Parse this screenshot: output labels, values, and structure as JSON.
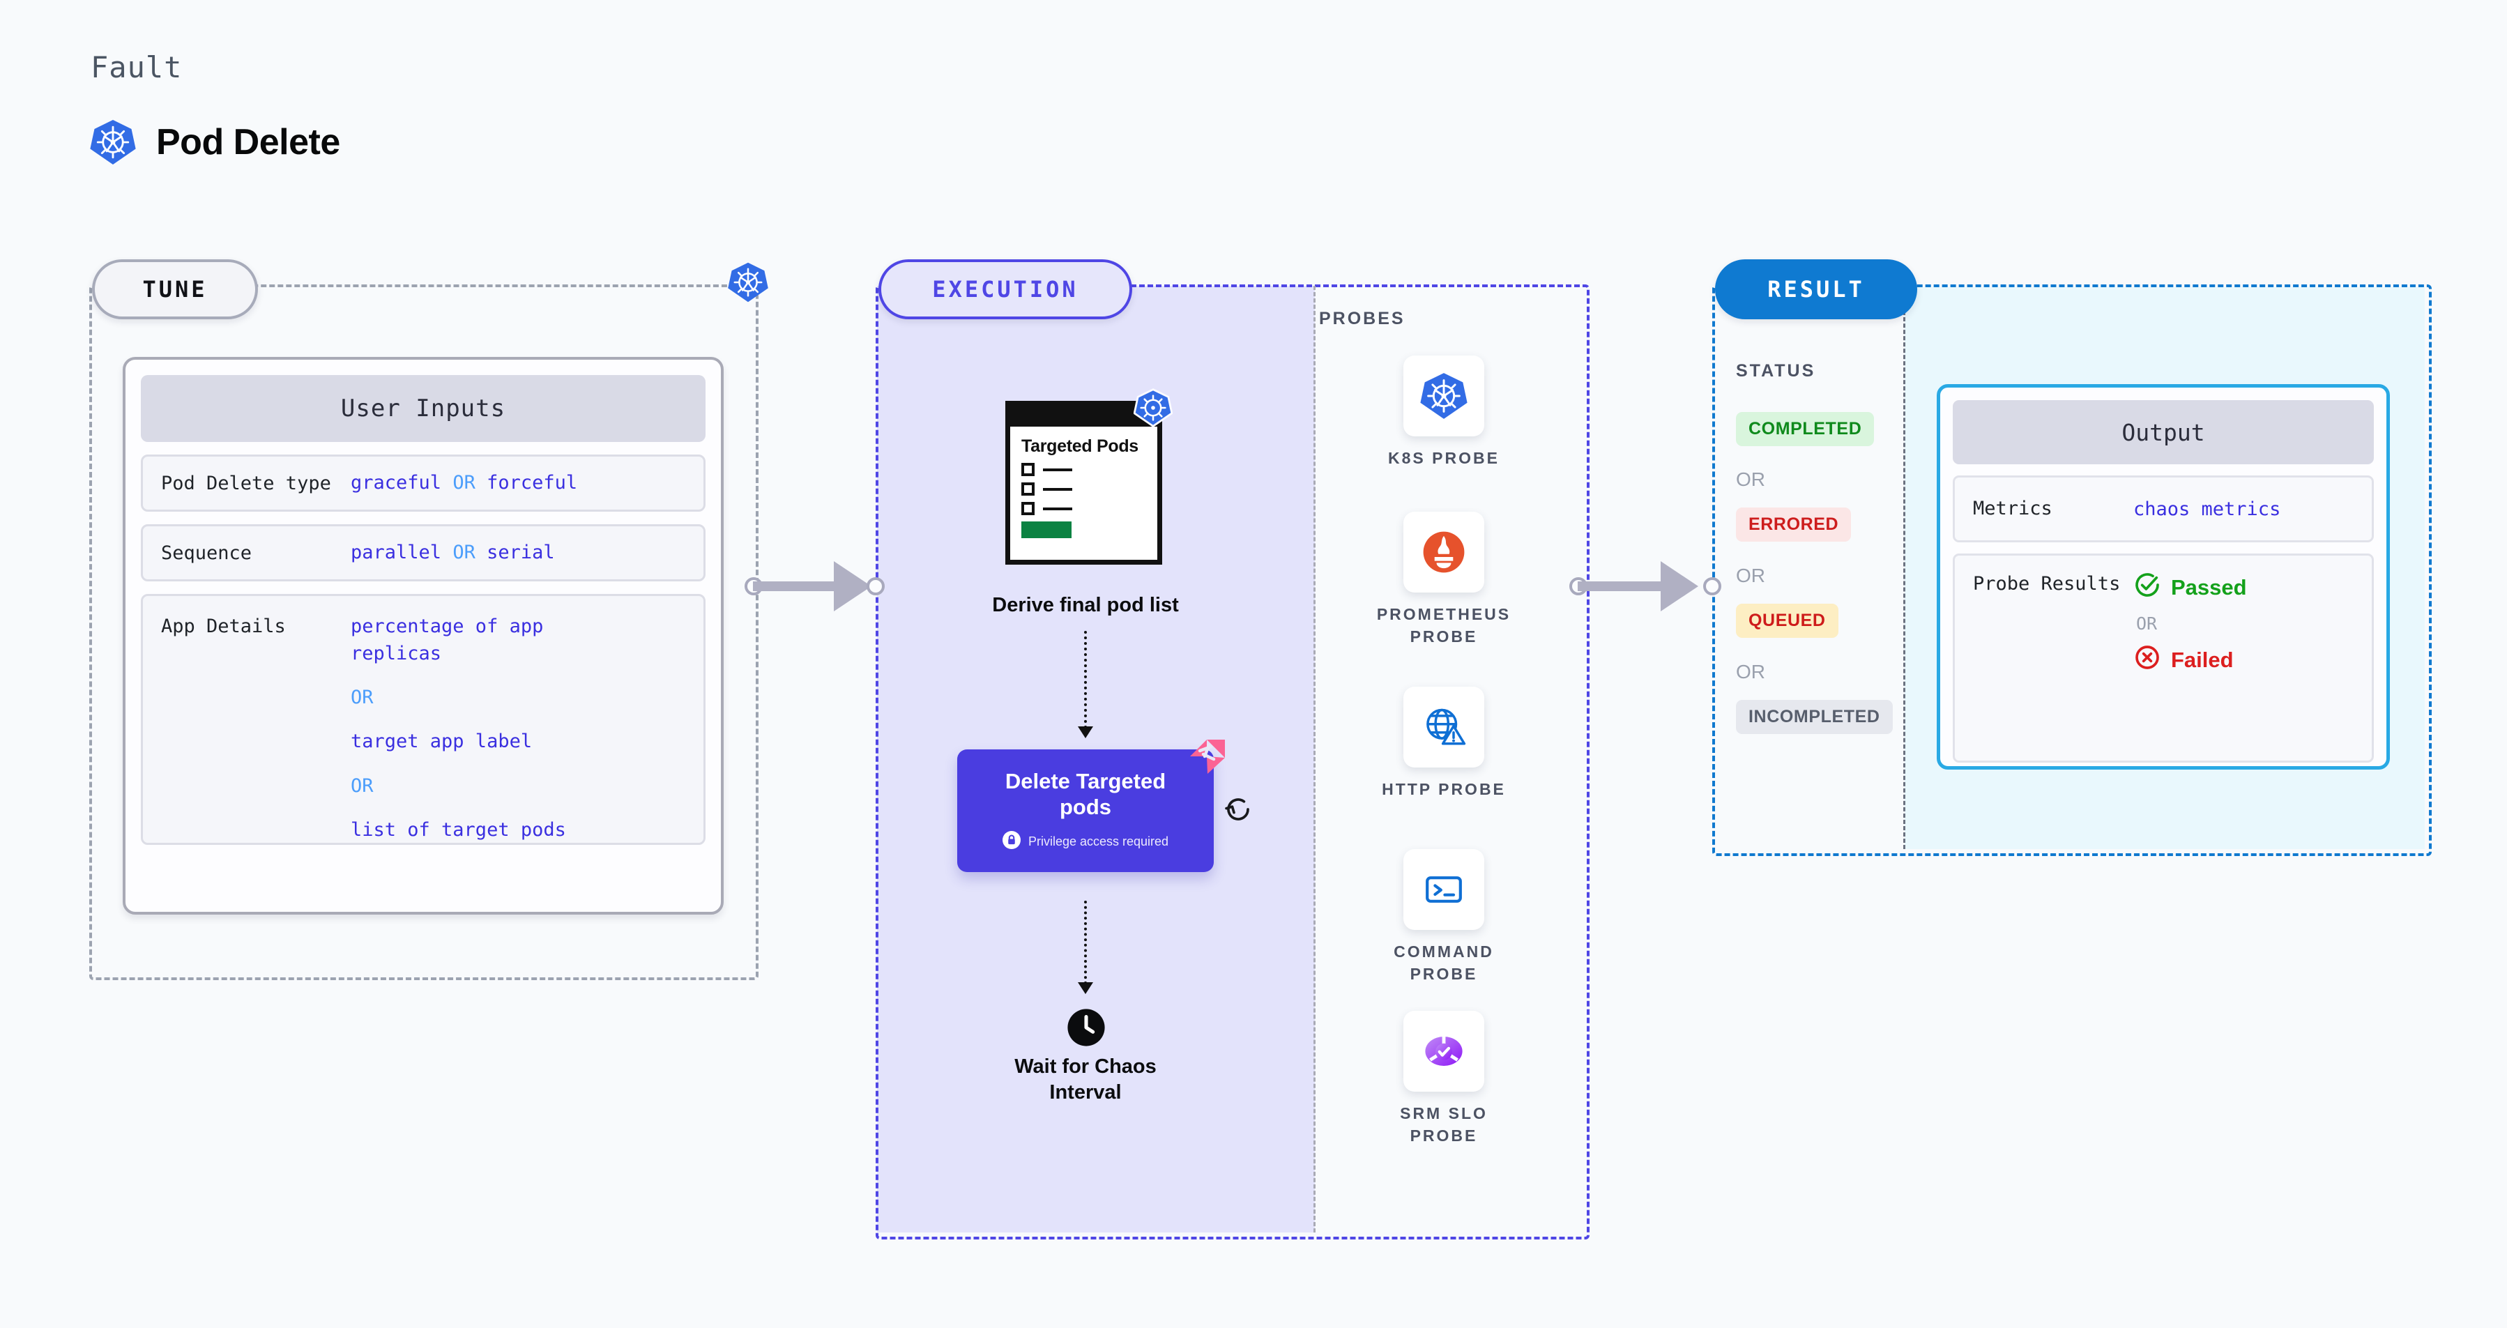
{
  "header": {
    "fault_label": "Fault",
    "fault_title": "Pod Delete",
    "icon": "kubernetes-icon"
  },
  "stages": {
    "tune": {
      "pill_label": "TUNE",
      "platform_icon": "kubernetes-icon",
      "card": {
        "title": "User Inputs",
        "rows": [
          {
            "key": "Pod Delete type",
            "values": [
              "graceful",
              "forceful"
            ],
            "separator": "OR"
          },
          {
            "key": "Sequence",
            "values": [
              "parallel",
              "serial"
            ],
            "separator": "OR"
          },
          {
            "key": "App Details",
            "values": [
              "percentage of app replicas",
              "target app label",
              "list of target pods"
            ],
            "separator": "OR"
          }
        ]
      }
    },
    "execution": {
      "pill_label": "EXECUTION",
      "pod_list": {
        "title": "Targeted Pods",
        "badge_icon": "kubernetes-icon",
        "item_count": 3,
        "caption": "Derive final pod list"
      },
      "delete_card": {
        "title": "Delete Targeted pods",
        "note": "Privilege access required",
        "note_icon": "lock-icon",
        "corner_icon": "litmus-chaos-icon",
        "retry_icon": "retry-loop-icon",
        "background_color": "#4a3de0"
      },
      "wait_step": {
        "icon": "clock-icon",
        "label": "Wait for Chaos Interval"
      },
      "probes": {
        "title": "PROBES",
        "items": [
          {
            "name": "K8S PROBE",
            "icon": "kubernetes-icon"
          },
          {
            "name": "PROMETHEUS PROBE",
            "icon": "prometheus-icon"
          },
          {
            "name": "HTTP PROBE",
            "icon": "globe-warning-icon"
          },
          {
            "name": "COMMAND PROBE",
            "icon": "terminal-icon"
          },
          {
            "name": "SRM SLO PROBE",
            "icon": "srm-slo-icon"
          }
        ]
      }
    },
    "result": {
      "pill_label": "RESULT",
      "status_title": "STATUS",
      "separator": "OR",
      "statuses": [
        {
          "label": "COMPLETED",
          "bg": "#d9f5dd",
          "fg": "#0f8a1c"
        },
        {
          "label": "ERRORED",
          "bg": "#fbe6e6",
          "fg": "#cd1d1d"
        },
        {
          "label": "QUEUED",
          "bg": "#fdeec3",
          "fg": "#ce1b1b"
        },
        {
          "label": "INCOMPLETED",
          "bg": "#e6e8ee",
          "fg": "#575e6c"
        }
      ],
      "output": {
        "title": "Output",
        "metrics_key": "Metrics",
        "metrics_value": "chaos metrics",
        "probe_results_key": "Probe Results",
        "passed_label": "Passed",
        "failed_label": "Failed",
        "separator": "OR",
        "passed_icon": "check-circle-icon",
        "failed_icon": "x-circle-icon"
      }
    }
  },
  "colors": {
    "page_bg": "#f8fafc",
    "tune_border": "#9ca3b0",
    "execution_border": "#4f46e5",
    "execution_fill": "#e3e3fb",
    "result_border": "#1079cf",
    "result_fill": "#e9f8fd",
    "accent_violet": "#3a2fe0",
    "accent_blue": "#4b9dfb"
  }
}
